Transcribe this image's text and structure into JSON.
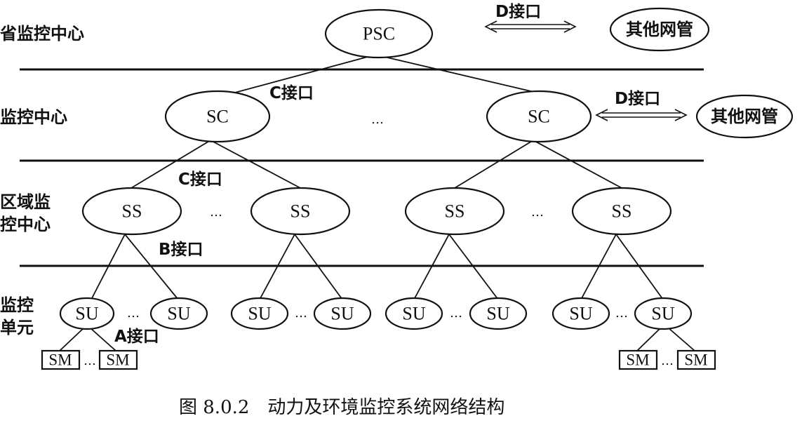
{
  "levels": {
    "province": "省监控中心",
    "center": "监控中心",
    "regional_1": "区域监",
    "regional_2": "控中心",
    "unit_1": "监控",
    "unit_2": "单元"
  },
  "nodes": {
    "psc": "PSC",
    "sc": "SC",
    "ss": "SS",
    "su": "SU",
    "sm": "SM",
    "other_nms": "其他网管"
  },
  "interfaces": {
    "a": "A接口",
    "b": "B接口",
    "c": "C接口",
    "d": "D接口"
  },
  "ellipsis": "…",
  "caption": "图 8.0.2　动力及环境监控系统网络结构"
}
